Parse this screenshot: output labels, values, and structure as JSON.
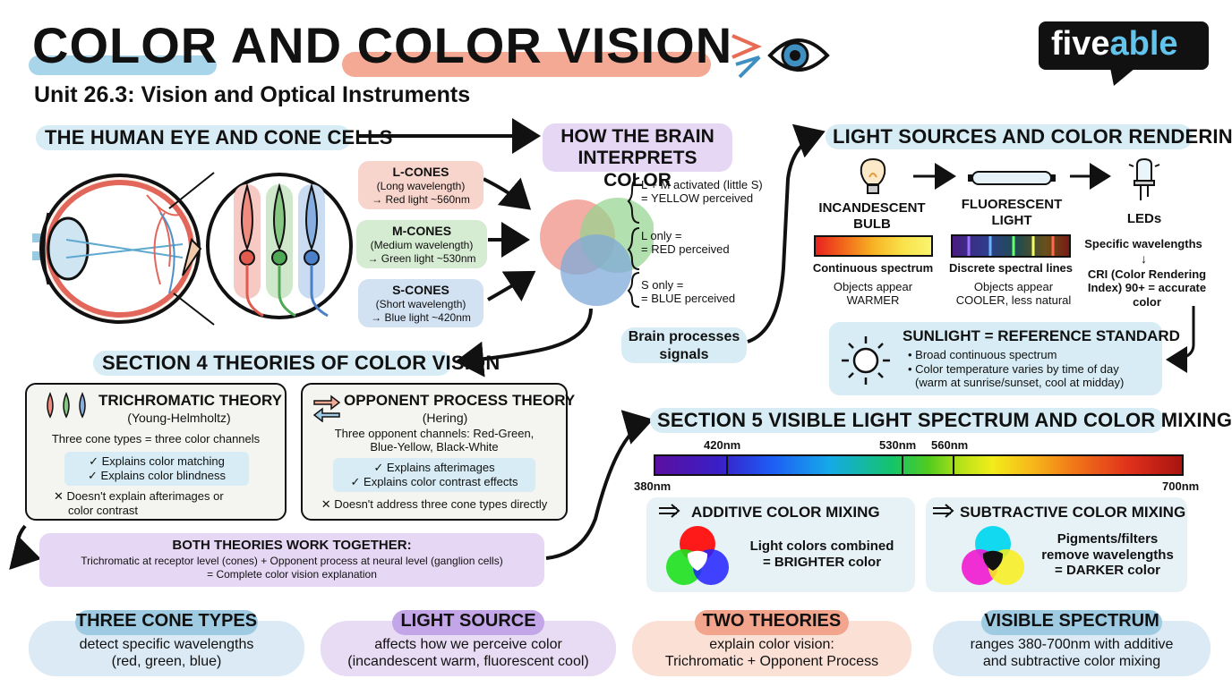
{
  "header": {
    "title_part1": "COLOR AND",
    "title_part2": "COLOR VISION",
    "subtitle": "Unit 26.3: Vision and Optical Instruments",
    "logo": {
      "text_a": "five",
      "text_b": "able"
    }
  },
  "eye_section": {
    "title": "THE HUMAN EYE AND CONE CELLS",
    "cones": [
      {
        "name": "L-CONES",
        "line1": "(Long wavelength)",
        "line2": "→ Red light ~560nm",
        "color": "#f7d4cc"
      },
      {
        "name": "M-CONES",
        "line1": "(Medium wavelength)",
        "line2": "→ Green light ~530nm",
        "color": "#d6ecd2"
      },
      {
        "name": "S-CONES",
        "line1": "(Short wavelength)",
        "line2": "→ Blue light ~420nm",
        "color": "#d3e2f2"
      }
    ]
  },
  "brain_section": {
    "title_line1": "HOW THE BRAIN",
    "title_line2": "INTERPRETS COLOR",
    "notes": [
      {
        "line1": "L + M activated (little S)",
        "line2": "= YELLOW perceived"
      },
      {
        "line1": "L only =",
        "line2": "= RED perceived"
      },
      {
        "line1": "S only =",
        "line2": "= BLUE perceived"
      }
    ],
    "processing_line1": "Brain processes",
    "processing_line2": "signals"
  },
  "light_sources": {
    "title": "LIGHT SOURCES AND COLOR RENDERING",
    "incandescent": {
      "name_line1": "INCANDESCENT",
      "name_line2": "BULB",
      "desc": "Continuous spectrum",
      "effect_line1": "Objects appear",
      "effect_line2": "WARMER"
    },
    "fluorescent": {
      "name_line1": "FLUORESCENT",
      "name_line2": "LIGHT",
      "desc": "Discrete spectral lines",
      "effect_line1": "Objects appear",
      "effect_line2": "COOLER, less natural"
    },
    "led": {
      "name": "LEDs",
      "desc": "Specific wavelengths",
      "cri_line1": "CRI (Color Rendering",
      "cri_line2": "Index) 90+ = accurate",
      "cri_line3": "color"
    },
    "sunlight": {
      "title": "SUNLIGHT = REFERENCE STANDARD",
      "bullet1": "• Broad continuous spectrum",
      "bullet2": "• Color temperature varies by time of day",
      "bullet3": "(warm at sunrise/sunset, cool at midday)"
    }
  },
  "theories_section": {
    "title": "SECTION 4 THEORIES OF COLOR VISION",
    "trichromatic": {
      "title": "TRICHROMATIC THEORY",
      "subtitle": "(Young-Helmholtz)",
      "desc": "Three cone types = three color channels",
      "pro1": "✓ Explains color matching",
      "pro2": "✓ Explains color blindness",
      "con_line1": "✕ Doesn't explain afterimages or",
      "con_line2": "color contrast"
    },
    "opponent": {
      "title": "OPPONENT PROCESS THEORY",
      "subtitle": "(Hering)",
      "desc_line1": "Three opponent channels: Red-Green,",
      "desc_line2": "Blue-Yellow, Black-White",
      "pro1": "✓ Explains afterimages",
      "pro2": "✓ Explains color contrast effects",
      "con": "✕ Doesn't address three cone types directly"
    },
    "both": {
      "title": "BOTH THEORIES WORK TOGETHER:",
      "line1": "Trichromatic at receptor level (cones) + Opponent process at neural level (ganglion cells)",
      "line2": "= Complete color vision explanation"
    }
  },
  "spectrum_section": {
    "title": "SECTION 5 VISIBLE LIGHT SPECTRUM AND COLOR MIXING",
    "labels": {
      "start": "380nm",
      "end": "700nm",
      "m1": "420nm",
      "m2": "530nm",
      "m3": "560nm"
    },
    "additive": {
      "title": "ADDITIVE COLOR MIXING",
      "line1": "Light colors combined",
      "line2": "= BRIGHTER color"
    },
    "subtractive": {
      "title": "SUBTRACTIVE COLOR MIXING",
      "line1": "Pigments/filters",
      "line2": "remove wavelengths",
      "line3": "= DARKER color"
    }
  },
  "summary": [
    {
      "title": "THREE CONE TYPES",
      "line1": "detect specific wavelengths",
      "line2": "(red, green, blue)",
      "bg": "#dbeaf4",
      "tag": "#9fcbe2"
    },
    {
      "title": "LIGHT SOURCE",
      "line1": "affects how we perceive color",
      "line2": "(incandescent warm, fluorescent cool)",
      "bg": "#e7dcf4",
      "tag": "#c3a6e8"
    },
    {
      "title": "TWO THEORIES",
      "line1": "explain color vision:",
      "line2": "Trichromatic + Opponent Process",
      "bg": "#fbe0d6",
      "tag": "#f3a48c"
    },
    {
      "title": "VISIBLE SPECTRUM",
      "line1": "ranges 380-700nm with additive",
      "line2": "and subtractive color mixing",
      "bg": "#dbeaf4",
      "tag": "#9fcbe2"
    }
  ]
}
